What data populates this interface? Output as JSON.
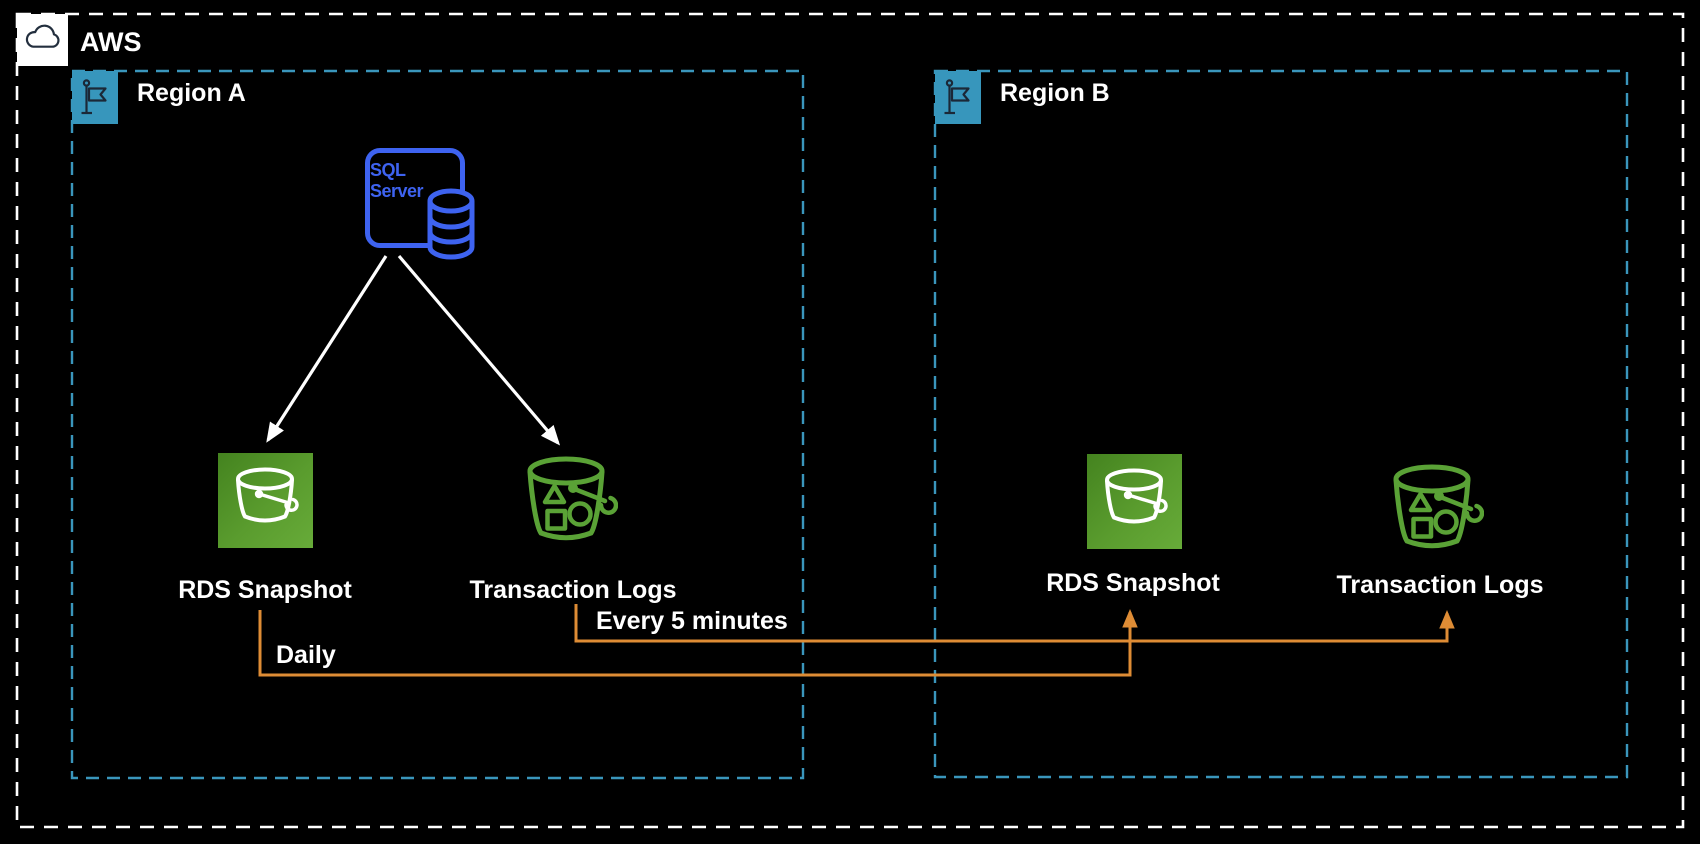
{
  "diagram": {
    "aws_label": "AWS",
    "regions": [
      {
        "label": "Region A"
      },
      {
        "label": "Region B"
      }
    ],
    "nodes": {
      "sql_server": {
        "label": "SQL Server",
        "icon": "sql-server-database-icon",
        "region": "Region A"
      },
      "rds_snapshot_a": {
        "label": "RDS Snapshot",
        "icon": "s3-bucket-icon",
        "region": "Region A"
      },
      "transaction_logs_a": {
        "label": "Transaction Logs",
        "icon": "s3-bucket-objects-icon",
        "region": "Region A"
      },
      "rds_snapshot_b": {
        "label": "RDS Snapshot",
        "icon": "s3-bucket-icon",
        "region": "Region B"
      },
      "transaction_logs_b": {
        "label": "Transaction Logs",
        "icon": "s3-bucket-objects-icon",
        "region": "Region B"
      }
    },
    "connections": [
      {
        "from": "sql_server",
        "to": "rds_snapshot_a",
        "label": "",
        "style": "white-arrow"
      },
      {
        "from": "sql_server",
        "to": "transaction_logs_a",
        "label": "",
        "style": "white-arrow"
      },
      {
        "from": "rds_snapshot_a",
        "to": "rds_snapshot_b",
        "label": "Daily",
        "style": "orange-arrow"
      },
      {
        "from": "transaction_logs_a",
        "to": "transaction_logs_b",
        "label": "Every 5 minutes",
        "style": "orange-arrow"
      }
    ],
    "colors": {
      "background": "#000000",
      "outer_border": "#FFFFFF",
      "region_border": "#3A96BC",
      "region_flag_bg": "#3796BC",
      "sql_blue": "#3E63F0",
      "bucket_green": "#5AA236",
      "arrow_orange": "#DE8C35",
      "label_text": "#FFFFFF",
      "glyph_dark": "#232F3E"
    }
  }
}
